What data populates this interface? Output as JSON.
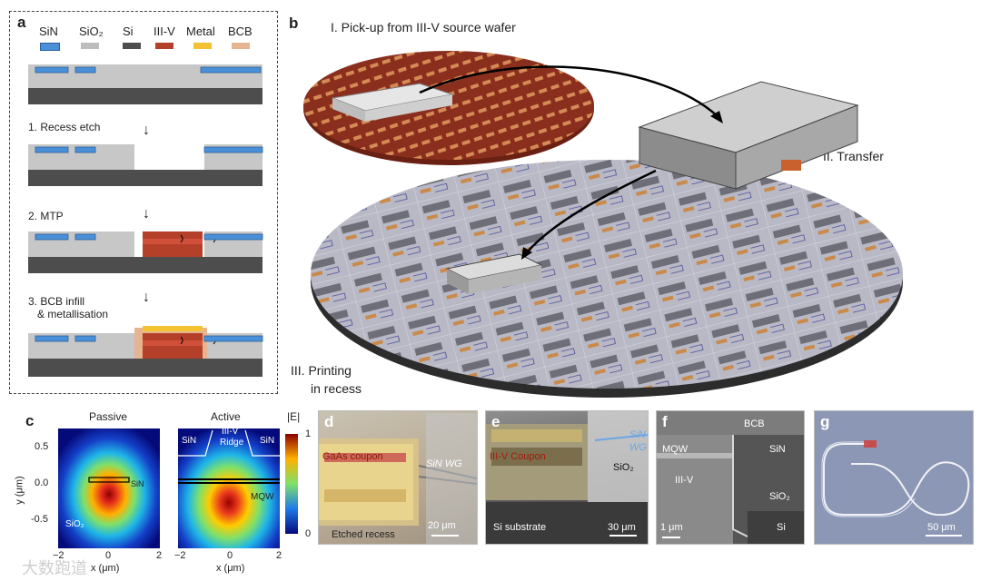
{
  "panel_a": {
    "letter": "a",
    "legend": {
      "sin": "SiN",
      "sio2": "SiO₂",
      "si": "Si",
      "iiiv": "III-V",
      "metal": "Metal",
      "bcb": "BCB"
    },
    "steps": {
      "s1": "1. Recess etch",
      "s2": "2. MTP",
      "s3_line1": "3. BCB infill",
      "s3_line2": "& metallisation"
    },
    "arrow": "↓",
    "colors": {
      "sin": "#4a90d9",
      "sio2": "#bdbdbd",
      "si": "#4d4d4d",
      "iiiv": "#b5402a",
      "metal": "#f2c230",
      "bcb": "#e7b492"
    }
  },
  "panel_b": {
    "letter": "b",
    "label_pickup": "I. Pick-up from III-V source wafer",
    "label_transfer": "II. Transfer",
    "label_print_1": "III. Printing",
    "label_print_2": "in recess"
  },
  "panel_c": {
    "letter": "c",
    "title_passive": "Passive",
    "title_active": "Active",
    "colorbar_title": "|E|",
    "colorbar_max": "1",
    "colorbar_min": "0",
    "ylabel": "y (μm)",
    "xlabel": "x (μm)",
    "yticks": [
      "0.5",
      "0.0",
      "-0.5"
    ],
    "xticks": [
      "−2",
      "0",
      "2"
    ],
    "label_sin": "SiN",
    "label_sio2": "SiO₂",
    "label_iiiv": "III-V",
    "label_ridge": "Ridge",
    "label_sin_left": "SiN",
    "label_sin_right": "SiN",
    "label_mqw": "MQW"
  },
  "panel_d": {
    "letter": "d",
    "coupon": "GaAs coupon",
    "wg": "SiN WG",
    "recess": "Etched recess",
    "scale": "20 μm"
  },
  "panel_e": {
    "letter": "e",
    "wg1": "SiN",
    "wg2": "WG",
    "coupon": "III-V Coupon",
    "sio2": "SiO₂",
    "substrate": "Si substrate",
    "scale": "30 μm"
  },
  "panel_f": {
    "letter": "f",
    "bcb": "BCB",
    "mqw": "MQW",
    "sin": "SiN",
    "iiiv": "III-V",
    "sio2": "SiO₂",
    "si": "Si",
    "scale": "1 μm"
  },
  "panel_g": {
    "letter": "g",
    "scale": "50 μm"
  },
  "watermark": "大数跑道"
}
